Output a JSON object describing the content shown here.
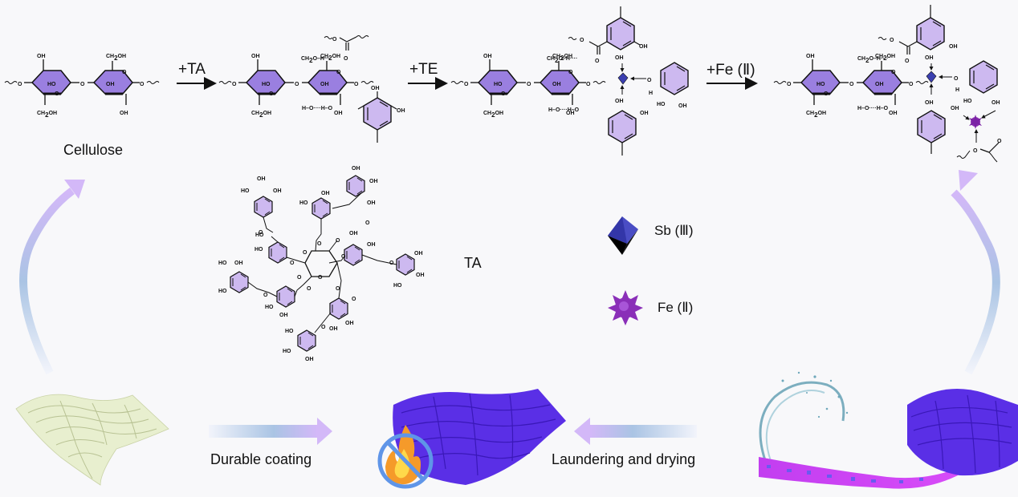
{
  "figure": {
    "colors": {
      "background": "#f8f8fa",
      "cellulose_ring": "#9a7fe0",
      "phenol_ring": "#cdb9f0",
      "sb_octahedron": "#3b3fb0",
      "fe_star": "#8a2fb0",
      "arrow_purple": "#d3b8f8",
      "arrow_blue": "#aac4e4",
      "fabric_raw": "#e8efcf",
      "fabric_coated": "#5a2fe6"
    },
    "reaction": {
      "step1_label": "+TA",
      "step2_label": "+TE",
      "step3_label": "+Fe (Ⅱ)",
      "cellulose_label": "Cellulose"
    },
    "chem_labels": {
      "oh": "OH",
      "ho": "HO",
      "o": "O",
      "h": "H",
      "ch2oh_prefix": "CH",
      "ch2oh_sub": "2",
      "ch2oh_suffix": "OH",
      "ch2o_suffix": "O–H",
      "hbond": "H–O····H–O",
      "hbond_left": "H–O····H–O"
    },
    "ta": {
      "label": "TA"
    },
    "legend": {
      "items": [
        {
          "name": "Sb (Ⅲ)",
          "icon": "octahedron-icon"
        },
        {
          "name": "Fe (Ⅱ)",
          "icon": "star-cluster-icon"
        }
      ]
    },
    "process": {
      "coating_label": "Durable coating",
      "laundering_label": "Laundering and drying"
    }
  }
}
